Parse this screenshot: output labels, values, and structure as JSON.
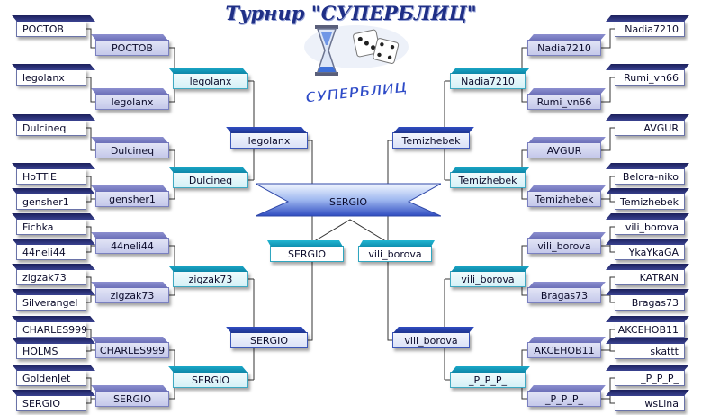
{
  "title": "Турнир \"СУПЕРБЛИЦ\"",
  "logo_text": "СУПЕРБЛИЦ",
  "left": {
    "round1": [
      "РОСТОВ",
      "legolanx",
      "Dulcineq",
      "HoTTiE",
      "gensher1",
      "Fichka",
      "44neli44",
      "zigzak73",
      "Silverangel",
      "CHARLES999",
      "HOLMS",
      "GoldenJet",
      "SERGIO"
    ],
    "round2": [
      "РОСТОВ",
      "legolanx",
      "Dulcineq",
      "gensher1",
      "44neli44",
      "zigzak73",
      "CHARLES999",
      "SERGIO"
    ],
    "round3": [
      "legolanx",
      "Dulcineq",
      "zigzak73",
      "SERGIO"
    ],
    "round4": [
      "legolanx",
      "SERGIO"
    ],
    "semifinal": "SERGIO"
  },
  "right": {
    "round1": [
      "Nadia7210",
      "Rumi_vn66",
      "AVGUR",
      "Belora-niko",
      "Temizhebek",
      "vili_borova",
      "YkaYkaGA",
      "KATRAN",
      "Bragas73",
      "AKCEHOB11",
      "skattt",
      "_P_P_P_",
      "wsLina"
    ],
    "round2": [
      "Nadia7210",
      "Rumi_vn66",
      "AVGUR",
      "Temizhebek",
      "vili_borova",
      "Bragas73",
      "AKCEHOB11",
      "_P_P_P_"
    ],
    "round3": [
      "Nadia7210",
      "Temizhebek",
      "vili_borova",
      "_P_P_P_"
    ],
    "round4": [
      "Temizhebek",
      "vili_borova"
    ],
    "semifinal": "vili_borova"
  },
  "champion": "SERGIO"
}
